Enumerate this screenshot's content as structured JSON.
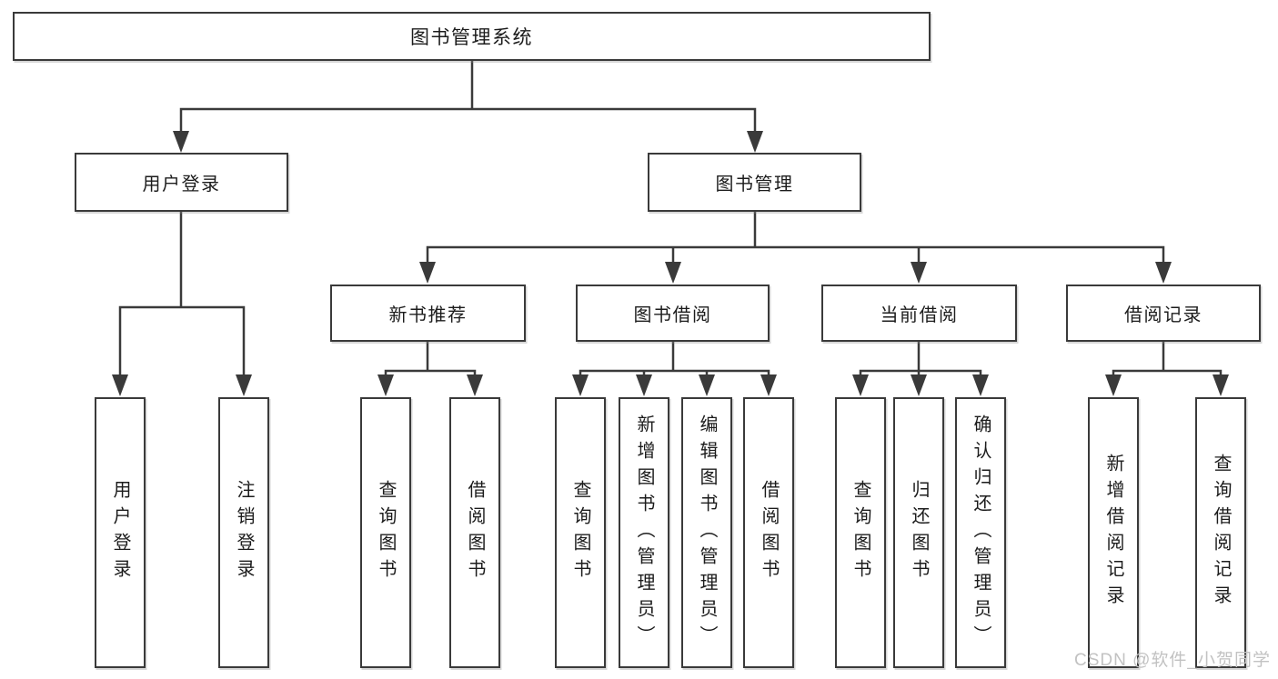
{
  "colors": {
    "background": "#ffffff",
    "line": "#3a3a3a",
    "border": "#3a3a3a",
    "text": "#1c1c1c",
    "watermark": "#c2c2c2"
  },
  "tree": {
    "root": {
      "label": "图书管理系统",
      "children": [
        {
          "label": "用户登录",
          "children": [
            {
              "label": "用户登录"
            },
            {
              "label": "注销登录"
            }
          ]
        },
        {
          "label": "图书管理",
          "children": [
            {
              "label": "新书推荐",
              "children": [
                {
                  "label": "查询图书"
                },
                {
                  "label": "借阅图书"
                }
              ]
            },
            {
              "label": "图书借阅",
              "children": [
                {
                  "label": "查询图书"
                },
                {
                  "label": "新增图书（管理员）"
                },
                {
                  "label": "编辑图书（管理员）"
                },
                {
                  "label": "借阅图书"
                }
              ]
            },
            {
              "label": "当前借阅",
              "children": [
                {
                  "label": "查询图书"
                },
                {
                  "label": "归还图书"
                },
                {
                  "label": "确认归还（管理员）"
                }
              ]
            },
            {
              "label": "借阅记录",
              "children": [
                {
                  "label": "新增借阅记录"
                },
                {
                  "label": "查询借阅记录"
                }
              ]
            }
          ]
        }
      ]
    }
  },
  "watermark": {
    "text": "CSDN @软件_小贺同学"
  }
}
